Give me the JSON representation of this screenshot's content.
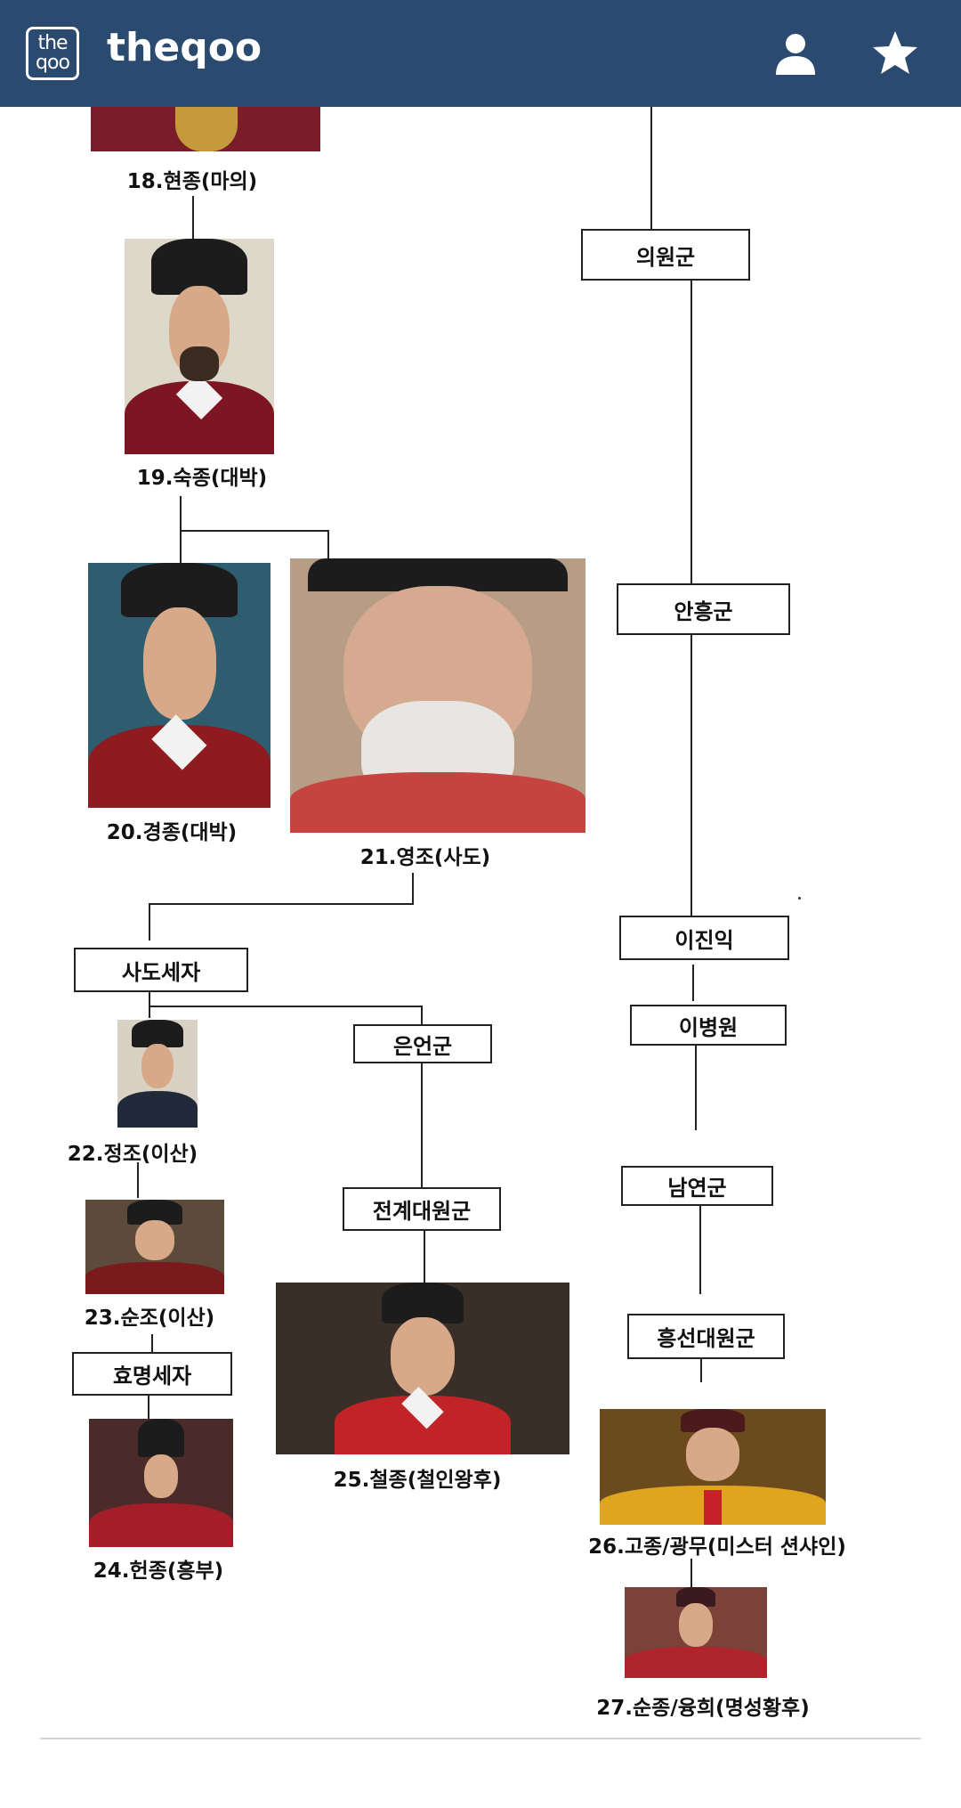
{
  "header": {
    "logo_top": "the",
    "logo_bottom": "qoo",
    "site_name": "theqoo",
    "colors": {
      "bar": "#2b4a6f",
      "icons": "#ffffff"
    },
    "icons": [
      "user-icon",
      "star-icon"
    ]
  },
  "tree": {
    "labels": {
      "k18": "18.현종(마의)",
      "k19": "19.숙종(대박)",
      "k20": "20.경종(대박)",
      "k21": "21.영조(사도)",
      "k22": "22.정조(이산)",
      "k23": "23.순조(이산)",
      "k24": "24.헌종(흥부)",
      "k25": "25.철종(철인왕후)",
      "k26": "26.고종/광무(미스터 션샤인)",
      "k27": "27.순종/융희(명성황후)"
    },
    "boxes": {
      "uiwon": "의원군",
      "anheung": "안흥군",
      "ijinik": "이진익",
      "ibyeongwon": "이병원",
      "namyeon": "남연군",
      "heungseon": "흥선대원군",
      "sado": "사도세자",
      "euneon": "은언군",
      "jeongye": "전계대원군",
      "hyomyeong": "효명세자"
    }
  }
}
